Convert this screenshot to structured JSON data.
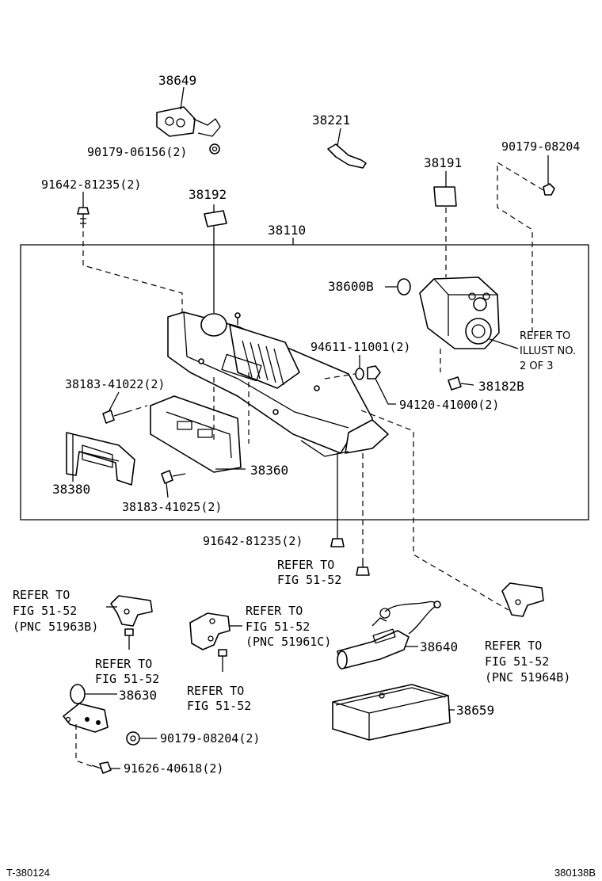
{
  "labels": {
    "p38649": "38649",
    "p90179_06156": "90179-06156(2)",
    "p38221": "38221",
    "p90179_08204_top": "90179-08204",
    "p91642_81235_top": "91642-81235(2)",
    "p38192": "38192",
    "p38191": "38191",
    "p38110": "38110",
    "p38600b": "38600B",
    "p94611": "94611-11001(2)",
    "refer_illust_1": "REFER TO",
    "refer_illust_2": "ILLUST NO.",
    "refer_illust_3": "2 OF 3",
    "p38182b": "38182B",
    "p38183_41022": "38183-41022(2)",
    "p94120": "94120-41000(2)",
    "p38380": "38380",
    "p38360": "38360",
    "p38183_41025": "38183-41025(2)",
    "p91642_81235_bot": "91642-81235(2)",
    "refer_mid_1": "REFER TO",
    "refer_mid_2": "FIG 51-52",
    "refer_left_1": "REFER TO",
    "refer_left_2": "FIG 51-52",
    "refer_left_3": "(PNC 51963B)",
    "refer_center_1": "REFER TO",
    "refer_center_2": "FIG 51-52",
    "refer_center_3": "(PNC 51961C)",
    "refer_right_1": "REFER TO",
    "refer_right_2": "FIG 51-52",
    "refer_right_3": "(PNC 51964B)",
    "p38640": "38640",
    "refer_bolt_left_1": "REFER TO",
    "refer_bolt_left_2": "FIG 51-52",
    "p38630": "38630",
    "refer_bolt_center_1": "REFER TO",
    "refer_bolt_center_2": "FIG 51-52",
    "p38659": "38659",
    "p90179_08204_bot": "90179-08204(2)",
    "p91626_40618": "91626-40618(2)"
  },
  "footer": {
    "left_code": "T-380124",
    "right_code": "380138B"
  },
  "icons": [
    "bracket-38649-icon",
    "hose-38221-icon",
    "bolt-icon",
    "nut-icon",
    "pad-38192-icon",
    "pad-38191-icon",
    "winch-assembly-icon",
    "motor-icon",
    "oring-icon",
    "washer-icon",
    "bracket-38380-icon",
    "bracket-38360-icon",
    "mount-bracket-icon",
    "remote-switch-38640-icon",
    "solenoid-38630-icon",
    "case-38659-icon"
  ]
}
